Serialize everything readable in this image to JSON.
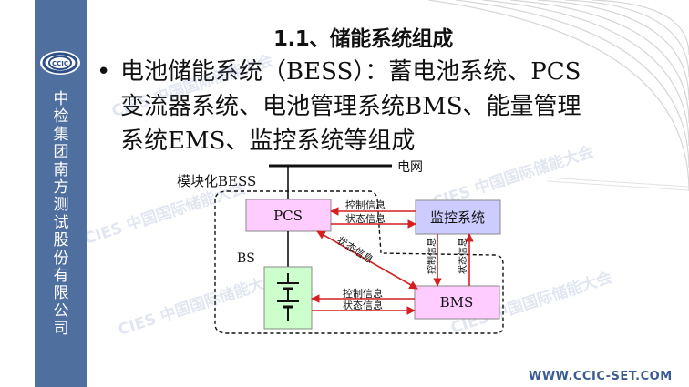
{
  "slide": {
    "title": "1.1、储能系统组成",
    "bullet_lines": [
      "电池储能系统（BESS）：蓄电池系统、PCS",
      "变流器系统、电池管理系统BMS、能量管理",
      "系统EMS、监控系统等组成"
    ]
  },
  "sidebar": {
    "logo_text": "CCIC",
    "company_chars": [
      "中",
      "检",
      "集",
      "团",
      "南",
      "方",
      "测",
      "试",
      "股",
      "份",
      "有",
      "限",
      "公",
      "司"
    ]
  },
  "diagram": {
    "grid_label": "电网",
    "module_label": "模块化BESS",
    "pcs_label": "PCS",
    "monitor_label": "监控系统",
    "bs_label": "BS",
    "bms_label": "BMS",
    "pcs_monitor_top": "控制信息",
    "pcs_monitor_bottom": "状态信息",
    "pcs_bms_diag": "状态信息",
    "monitor_bms_left": "控制信息",
    "monitor_bms_right": "状态信息",
    "bs_bms_top": "控制信息",
    "bs_bms_bottom": "状态信息"
  },
  "watermark": {
    "brand": "CIES",
    "text": "中国国际储能大会"
  },
  "footer": {
    "url": "WWW.CCIC-SET.COM"
  },
  "colors": {
    "sidebar": "#4f6f9f",
    "pcs_box": "#ffccff",
    "monitor_box": "#ccccff",
    "battery_box": "#ccffcc",
    "bms_box": "#ffccff",
    "arrow_red": "#d42020"
  }
}
